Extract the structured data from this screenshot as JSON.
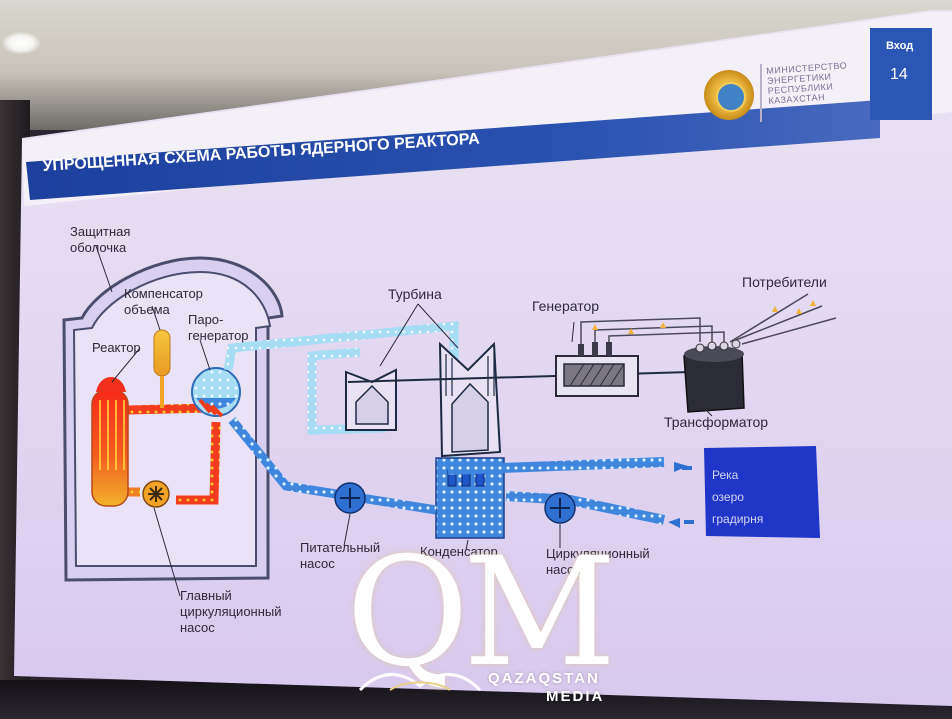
{
  "slide": {
    "title": "УПРОЩЕННАЯ СХЕМА РАБОТЫ ЯДЕРНОГО РЕАКТОРА",
    "corner_label": "Вход",
    "page_number": "14",
    "ministry": "МИНИСТЕРСТВО\nЭНЕРГЕТИКИ\nРЕСПУБЛИКИ\nКАЗАХСТАН"
  },
  "labels": {
    "containment": "Защитная\nоболочка",
    "compensator": "Компенсатор\nобъема",
    "reactor": "Реактор",
    "steam_generator": "Паро-\nгенератор",
    "turbine": "Турбина",
    "generator": "Генератор",
    "consumers": "Потребители",
    "transformer": "Трансформатор",
    "feed_pump": "Питательный\nнасос",
    "condenser": "Конденсатор",
    "circ_pump": "Циркуляционный\nнасос",
    "main_circ_pump": "Главный\nциркуляционный\nнасос",
    "cooling_source": "Река\nозеро\nградирня"
  },
  "watermark": {
    "letters": "QM",
    "line1": "QAZAQSTAN",
    "line2": "MEDIA"
  },
  "colors": {
    "title_bar": "#2a52b0",
    "reactor_hot": "#f5351e",
    "reactor_warm": "#f2a328",
    "coolant": "#4a8fe0",
    "circuit_loop": "#8fd0f0",
    "cooling_box": "#1f36c8"
  }
}
